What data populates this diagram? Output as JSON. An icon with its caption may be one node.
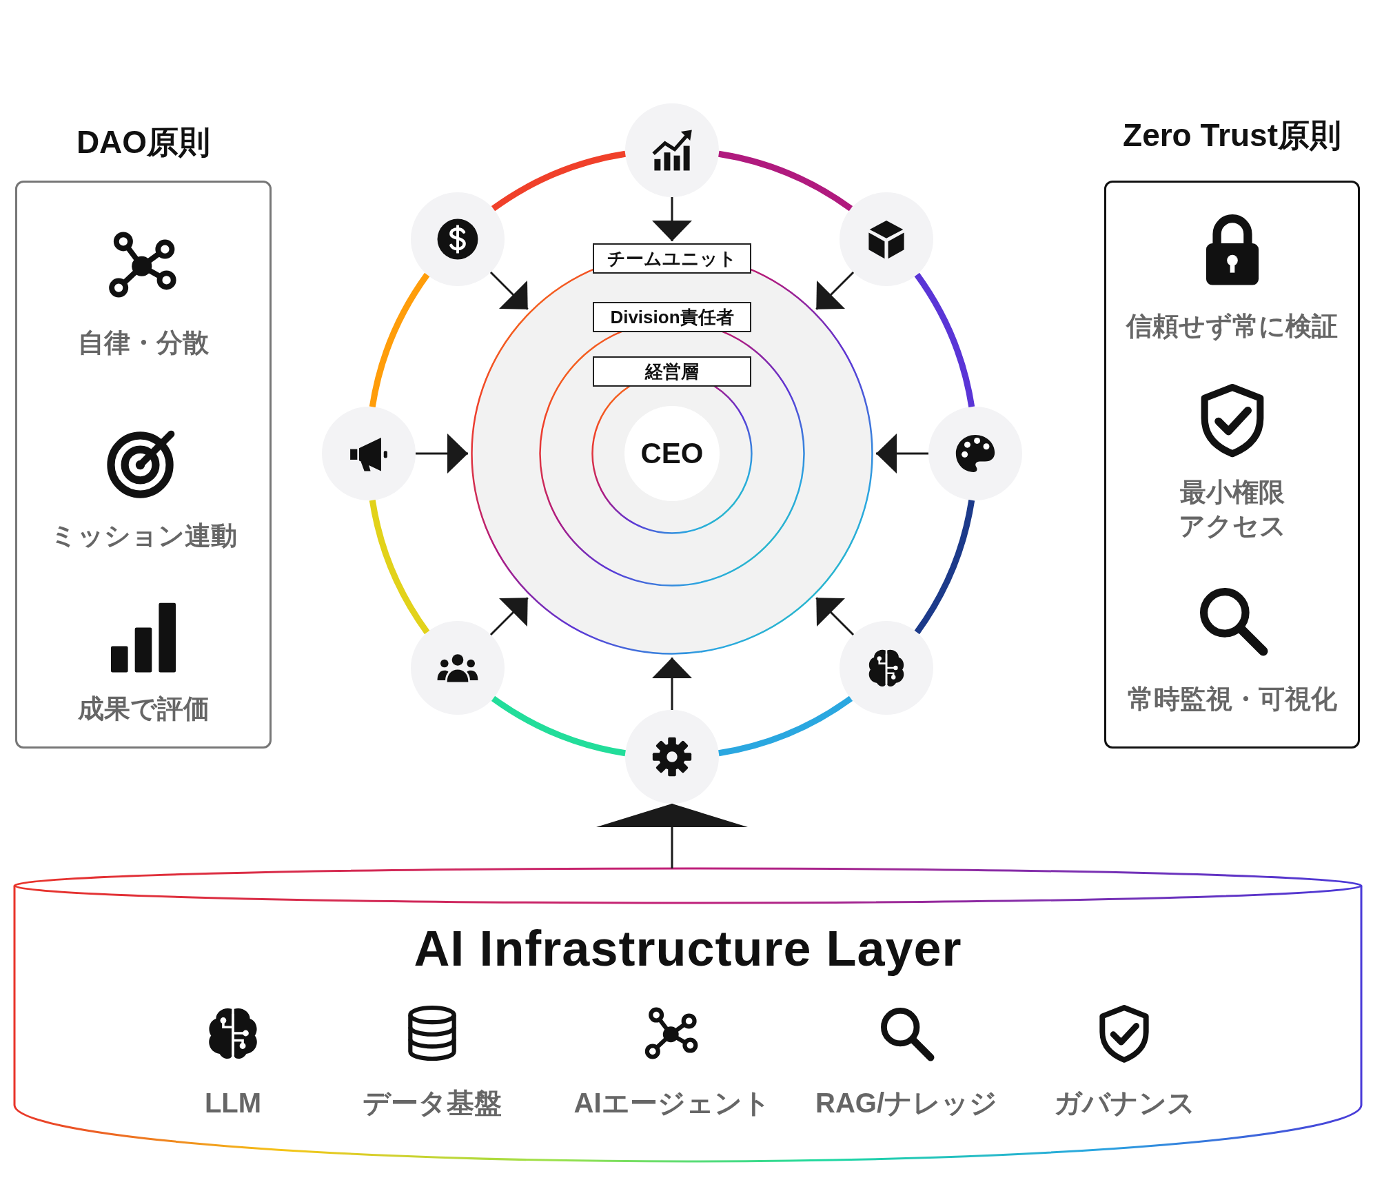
{
  "diagram": {
    "nodes": [
      {
        "text": [
          "DAO原則",
          "自律・分散",
          "ミッション連動",
          "成果で評価"
        ]
      },
      {
        "text": [
          "Zero Trust原則",
          "信頼せず常に検証",
          "最小権限アクセス",
          "常時監視・可視化"
        ]
      },
      {
        "text": [
          "チームユニット"
        ]
      },
      {
        "text": [
          "Division責任者"
        ],
        "in": 2
      },
      {
        "text": [
          "経営層"
        ],
        "in": 3
      },
      {
        "text": [
          "CEO"
        ],
        "in": 4
      },
      {
        "text": [],
        "shape": "circle"
      },
      {
        "text": [],
        "shape": "circle"
      },
      {
        "text": [],
        "shape": "circle"
      },
      {
        "text": [],
        "shape": "circle"
      },
      {
        "text": [],
        "shape": "circle"
      },
      {
        "text": [],
        "shape": "circle"
      },
      {
        "text": [],
        "shape": "circle"
      },
      {
        "text": [],
        "shape": "circle"
      },
      {
        "text": [
          "AI Infrastructure Layer",
          "LLM",
          "データ基盤",
          "AIエージェント",
          "RAG/ナレッジ",
          "ガバナンス"
        ]
      }
    ],
    "edges": [
      {
        "from": 6,
        "to": 2,
        "arrow": "to"
      },
      {
        "from": 7,
        "to": 2,
        "arrow": "to"
      },
      {
        "from": 8,
        "to": 2,
        "arrow": "to"
      },
      {
        "from": 9,
        "to": 2,
        "arrow": "to"
      },
      {
        "from": 10,
        "to": 2,
        "arrow": "to"
      },
      {
        "from": 11,
        "to": 2,
        "arrow": "to"
      },
      {
        "from": 12,
        "to": 2,
        "arrow": "to"
      },
      {
        "from": 13,
        "to": 2,
        "arrow": "to"
      },
      {
        "from": 14,
        "to": 10,
        "arrow": "to"
      },
      {
        "from": 6,
        "to": 7,
        "arrow": "none",
        "style": "thick",
        "color": "#b01a7e"
      },
      {
        "from": 7,
        "to": 8,
        "arrow": "none",
        "style": "thick",
        "color": "#5a35d6"
      },
      {
        "from": 8,
        "to": 9,
        "arrow": "none",
        "style": "thick",
        "color": "#1c3a8a"
      },
      {
        "from": 9,
        "to": 10,
        "arrow": "none",
        "style": "thick",
        "color": "#2aa7e0"
      },
      {
        "from": 10,
        "to": 11,
        "arrow": "none",
        "style": "thick",
        "color": "#22dd9a"
      },
      {
        "from": 11,
        "to": 12,
        "arrow": "none",
        "style": "thick",
        "color": "#e2d21a"
      },
      {
        "from": 12,
        "to": 13,
        "arrow": "none",
        "style": "thick",
        "color": "#ff9d0a"
      },
      {
        "from": 13,
        "to": 6,
        "arrow": "none",
        "style": "thick",
        "color": "#f0402a"
      }
    ]
  }
}
